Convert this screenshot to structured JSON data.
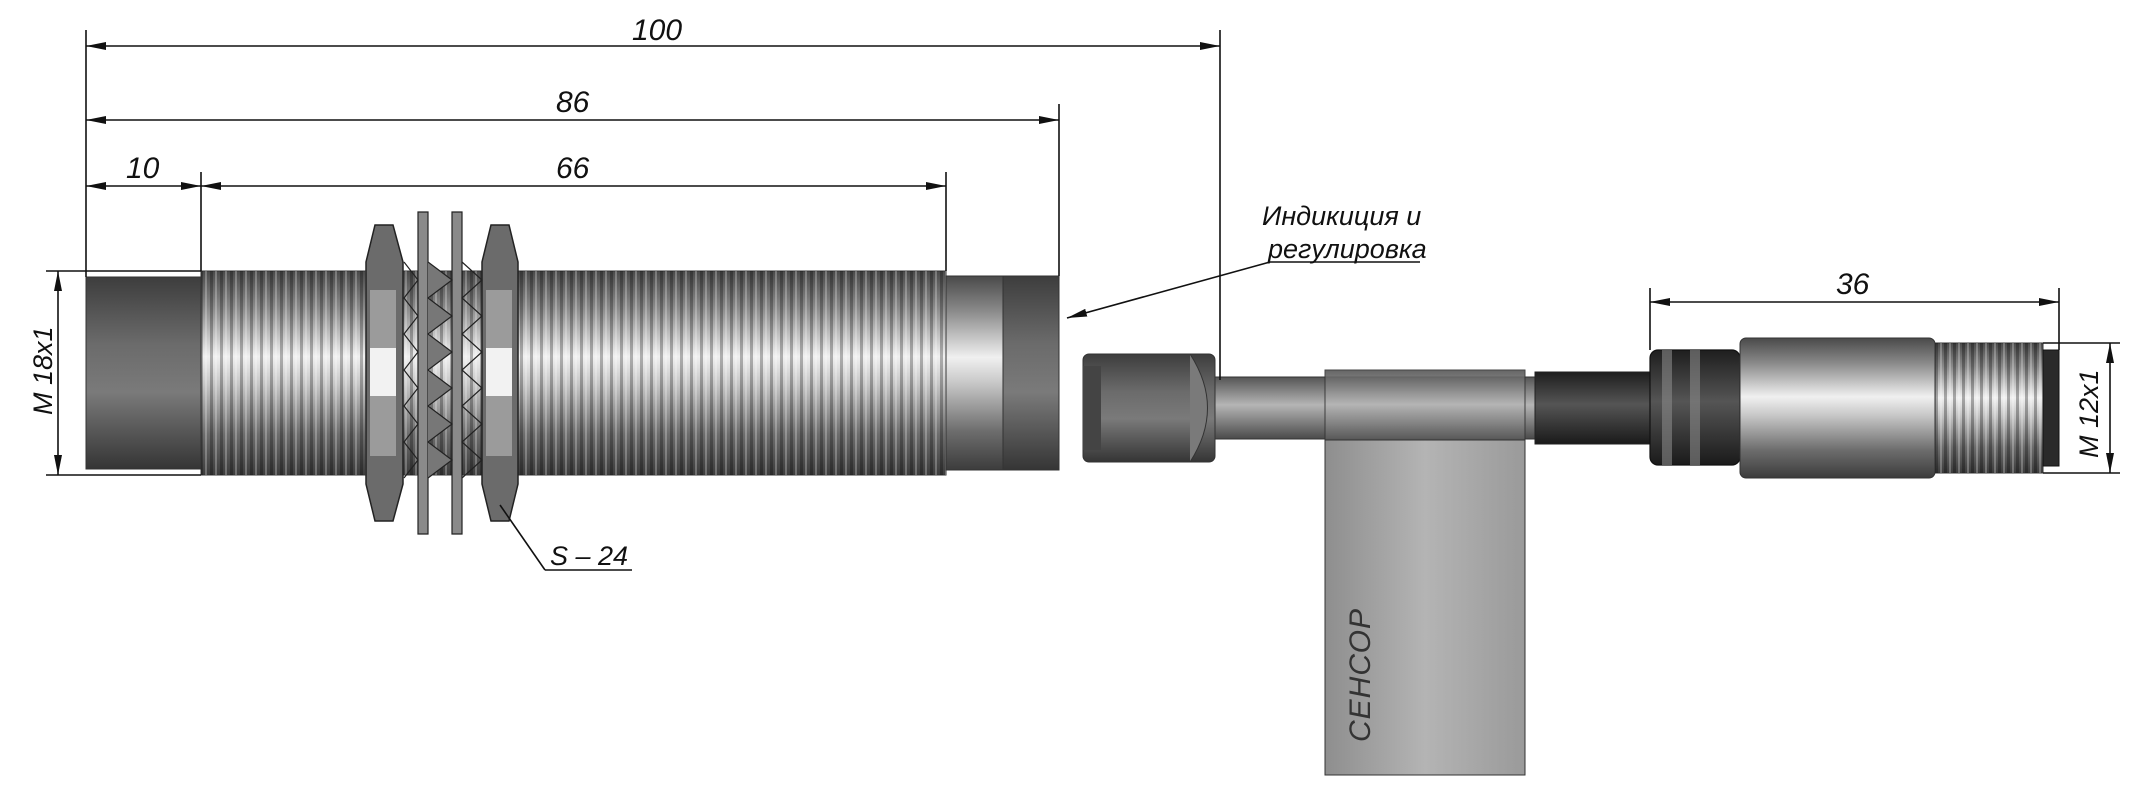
{
  "dimensions": {
    "overall_length": "100",
    "housing_length": "86",
    "sensing_face": "10",
    "thread_length": "66",
    "connector_length": "36"
  },
  "thread_labels": {
    "body_thread": "M 18x1",
    "connector_thread": "M 12x1"
  },
  "callouts": {
    "indication_line1": "Индикиция и",
    "indication_line2": "регулировка",
    "wrench_size": "S – 24"
  },
  "label_tag_text": "СЕНСОР",
  "colors": {
    "line": "#111111",
    "metal_dark": "#5f5f5f",
    "metal_light": "#e6e6e6",
    "tag": "#a9a9a9",
    "cable": "#3a3a3a"
  }
}
